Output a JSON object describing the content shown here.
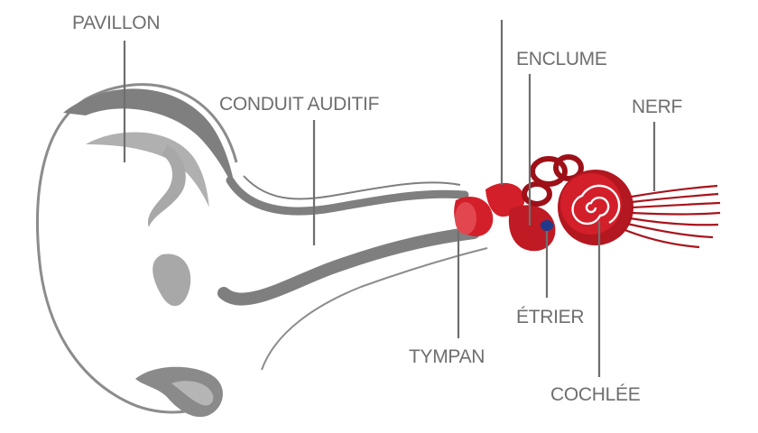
{
  "labels": {
    "pavillon": "PAVILLON",
    "conduit_auditif": "CONDUIT AUDITIF",
    "enclume": "ENCLUME",
    "nerf": "NERF",
    "etrier": "ÉTRIER",
    "tympan": "TYMPAN",
    "cochlee": "COCHLÉE"
  },
  "colors": {
    "outline": "#8c8c8c",
    "canal": "#7f7f7f",
    "inner_fold": "#b0b0b0",
    "ossicle_red": "#d31f2a",
    "dark_red": "#9e1018",
    "label_gray": "#6e6e6e",
    "stirrup_blue": "#1f3a8a"
  }
}
